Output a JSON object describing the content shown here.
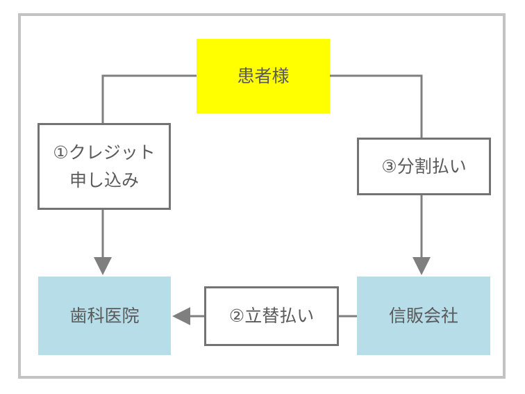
{
  "nodes": {
    "patient": "患者様",
    "clinic": "歯科医院",
    "credit_company": "信販会社"
  },
  "steps": {
    "step1_line1": "①クレジット",
    "step1_line2": "申し込み",
    "step2": "②立替払い",
    "step3": "③分割払い"
  },
  "colors": {
    "patient_fill": "#ffff00",
    "company_fill": "#b7dde8",
    "connector": "#7f7f7f",
    "frame_border": "#c3c3c3"
  }
}
